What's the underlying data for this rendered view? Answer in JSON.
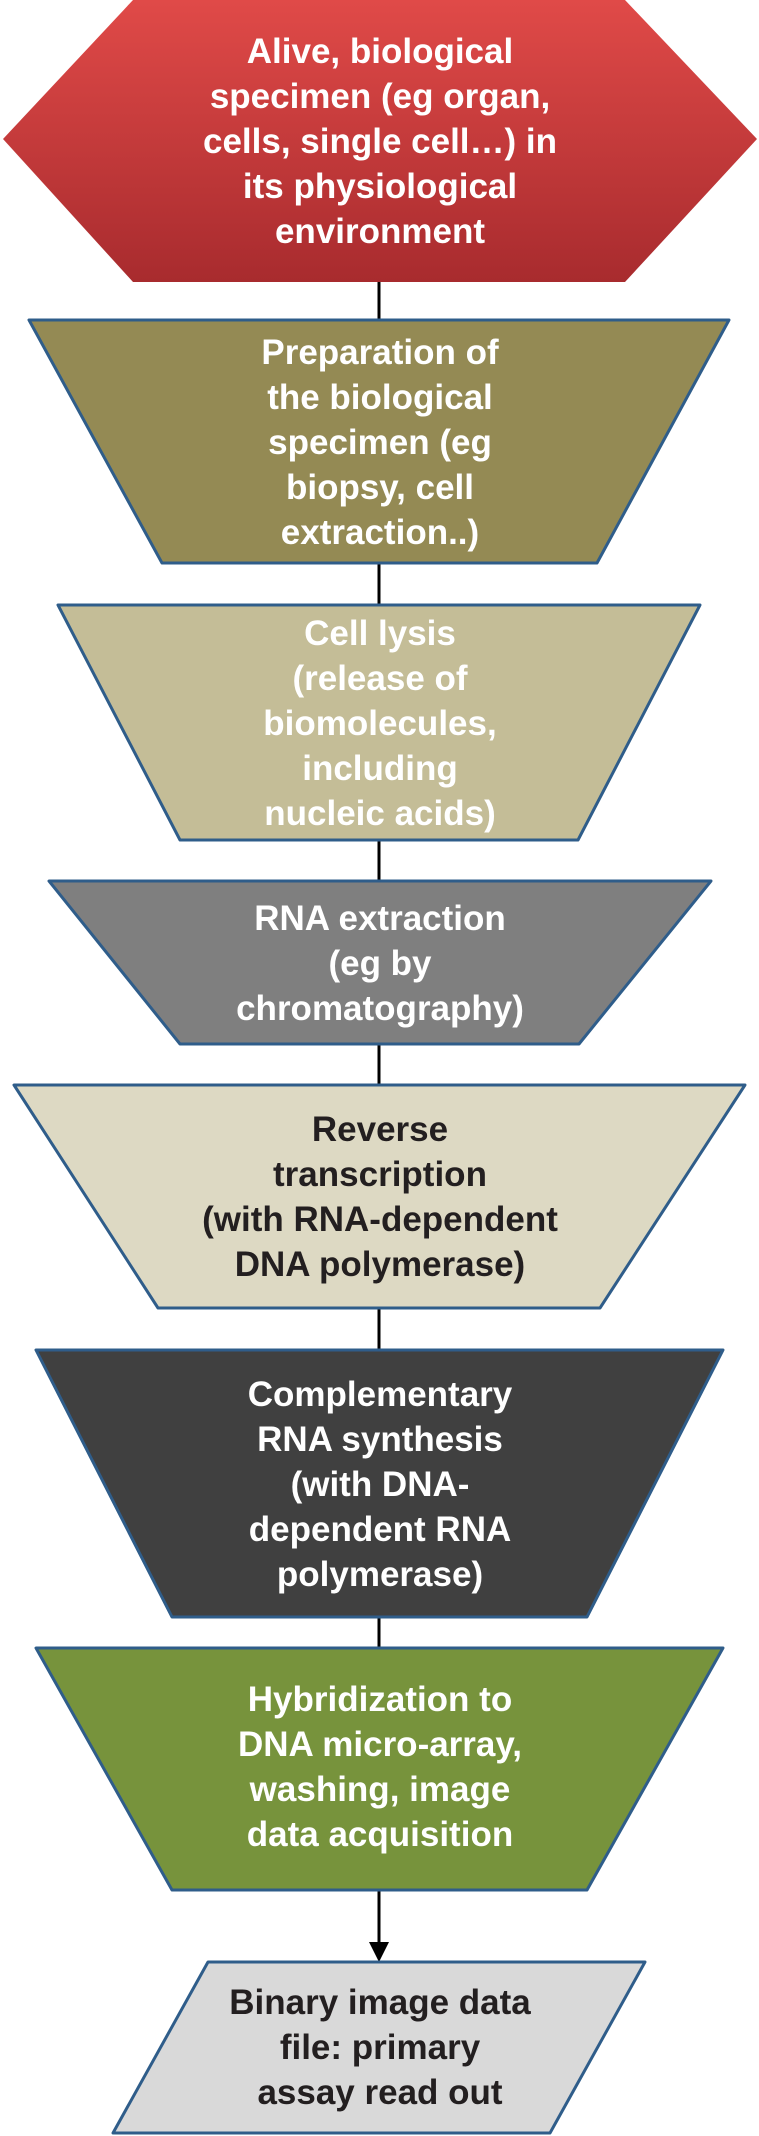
{
  "steps": [
    {
      "id": "specimen",
      "text": "Alive, biological\nspecimen (eg organ,\ncells, single cell…) in\nits physiological\nenvironment",
      "fill": "#c23436",
      "text_color": "#ffffff",
      "shape": "hexagon"
    },
    {
      "id": "preparation",
      "text": "Preparation of\nthe biological\nspecimen (eg\nbiopsy, cell\nextraction..)",
      "fill": "#948a54",
      "text_color": "#ffffff",
      "shape": "trapezoid"
    },
    {
      "id": "cell-lysis",
      "text": "Cell lysis\n(release of\nbiomolecules,\nincluding\nnucleic acids)",
      "fill": "#c4bd97",
      "text_color": "#ffffff",
      "shape": "trapezoid"
    },
    {
      "id": "rna-extraction",
      "text": "RNA extraction\n(eg by\nchromatography)",
      "fill": "#7f7f7f",
      "text_color": "#ffffff",
      "shape": "trapezoid"
    },
    {
      "id": "reverse-transcription",
      "text": "Reverse\ntranscription\n(with RNA-dependent\nDNA polymerase)",
      "fill": "#ddd9c3",
      "text_color": "#231f20",
      "shape": "trapezoid"
    },
    {
      "id": "crna-synthesis",
      "text": "Complementary\nRNA synthesis\n(with DNA-\ndependent RNA\npolymerase)",
      "fill": "#404040",
      "text_color": "#ffffff",
      "shape": "trapezoid"
    },
    {
      "id": "hybridization",
      "text": "Hybridization to\nDNA micro-array,\nwashing, image\ndata acquisition",
      "fill": "#77933c",
      "text_color": "#ffffff",
      "shape": "trapezoid"
    },
    {
      "id": "binary-output",
      "text": "Binary image data\nfile:  primary\nassay read out",
      "fill": "#d9d9d9",
      "text_color": "#231f20",
      "shape": "parallelogram"
    }
  ],
  "colors": {
    "outline": "#2f5d8a",
    "connector": "#000000"
  }
}
